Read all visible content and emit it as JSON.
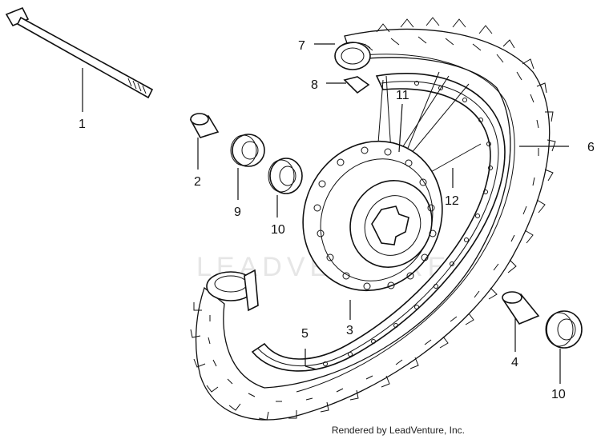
{
  "watermark": "LEADVENTURE",
  "credit": "Rendered by LeadVenture, Inc.",
  "callouts": {
    "c1": "1",
    "c2": "2",
    "c3": "3",
    "c4": "4",
    "c5": "5",
    "c6": "6",
    "c7": "7",
    "c8": "8",
    "c9": "9",
    "c10a": "10",
    "c10b": "10",
    "c11": "11",
    "c12": "12"
  }
}
